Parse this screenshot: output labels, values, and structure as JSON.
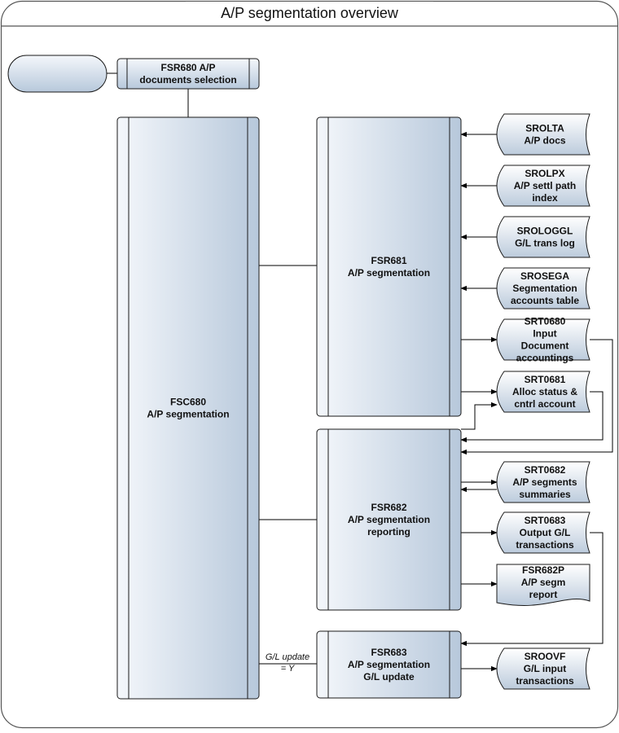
{
  "title": "A/P segmentation overview",
  "start_terminator": "",
  "processes": {
    "fsr680": [
      "FSR680 A/P",
      "documents selection"
    ],
    "fsc680": [
      "FSC680",
      "A/P segmentation"
    ],
    "fsr681": [
      "FSR681",
      "A/P segmentation"
    ],
    "fsr682": [
      "FSR682",
      "A/P segmentation",
      "reporting"
    ],
    "fsr683": [
      "FSR683",
      "A/P segmentation",
      "G/L update"
    ]
  },
  "files": {
    "srolta": [
      "SROLTA",
      "A/P docs"
    ],
    "srolpx": [
      "SROLPX",
      "A/P settl path",
      "index"
    ],
    "sologgl": [
      "SROLOGGL",
      "G/L trans log"
    ],
    "srosega": [
      "SROSEGA",
      "Segmentation",
      "accounts table"
    ],
    "srt0680": [
      "SRT0680",
      "Input",
      "Document",
      "accountings"
    ],
    "srt0681": [
      "SRT0681",
      "Alloc status &",
      "cntrl account"
    ],
    "srt0682": [
      "SRT0682",
      "A/P segments",
      "summaries"
    ],
    "srt0683": [
      "SRT0683",
      "Output G/L",
      "transactions"
    ],
    "srooVf": [
      "SROOVF",
      "G/L input",
      "transactions"
    ]
  },
  "report": [
    "FSR682P",
    "A/P segm",
    "report"
  ],
  "condition_label": [
    "G/L update",
    "= Y"
  ],
  "colors": {
    "fill_light": "#f2f5fa",
    "fill_dark": "#b8c9dc",
    "stroke": "#1a1a1a",
    "frame": "#555555"
  }
}
